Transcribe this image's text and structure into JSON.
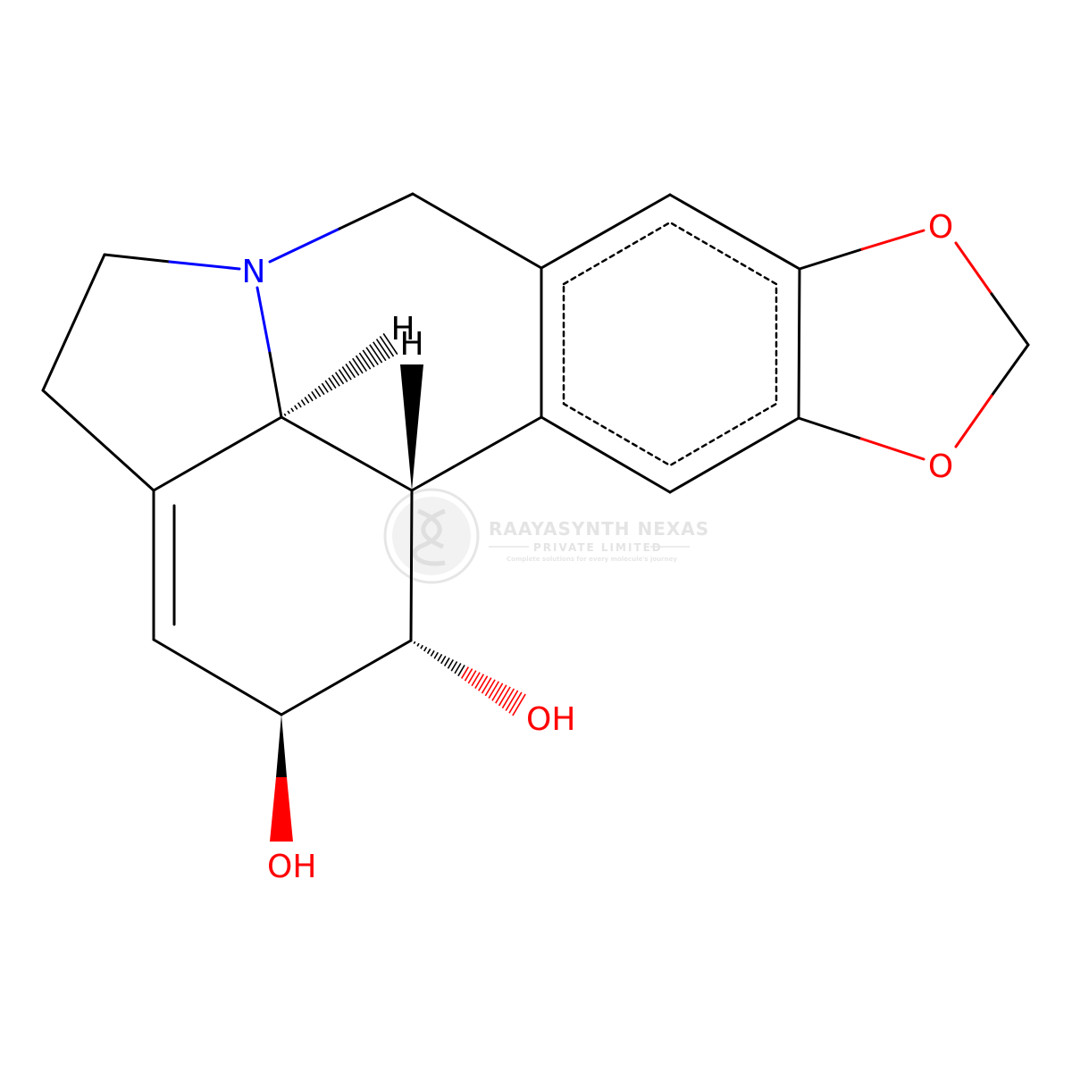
{
  "labels": {
    "nitrogen": "N",
    "oxygen_top": "O",
    "oxygen_bottom": "O",
    "hydrogen_a": "H",
    "hydrogen_b": "H",
    "hydroxyl_right": "OH",
    "hydroxyl_bottom": "OH"
  },
  "watermark": {
    "company": "RAAYASYNTH NEXAS",
    "subtitle": "PRIVATE LIMITED",
    "tagline": "Complete solutions for every molecule's journey"
  },
  "colors": {
    "bond": "#000000",
    "nitrogen": "#0000ff",
    "oxygen": "#ff0000",
    "watermark": "#e2e2e2"
  }
}
